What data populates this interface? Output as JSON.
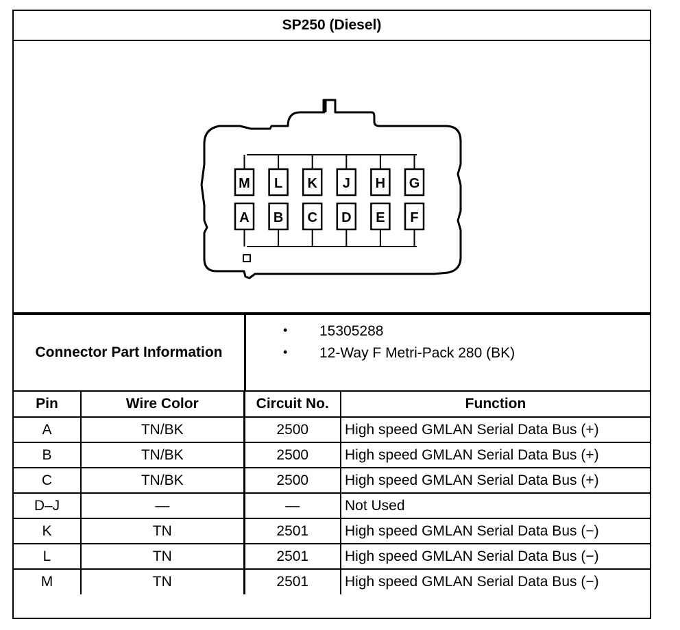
{
  "title": "SP250 (Diesel)",
  "connector": {
    "pins_top": [
      "M",
      "L",
      "K",
      "J",
      "H",
      "G"
    ],
    "pins_bottom": [
      "A",
      "B",
      "C",
      "D",
      "E",
      "F"
    ]
  },
  "connector_info": {
    "label": "Connector Part Information",
    "items": [
      "15305288",
      "12-Way F Metri-Pack 280 (BK)"
    ],
    "bullet": "•"
  },
  "table": {
    "headers": [
      "Pin",
      "Wire Color",
      "Circuit No.",
      "Function"
    ],
    "rows": [
      {
        "pin": "A",
        "wire_color": "TN/BK",
        "circuit": "2500",
        "function": "High speed GMLAN Serial Data Bus (+)"
      },
      {
        "pin": "B",
        "wire_color": "TN/BK",
        "circuit": "2500",
        "function": "High speed GMLAN Serial Data Bus (+)"
      },
      {
        "pin": "C",
        "wire_color": "TN/BK",
        "circuit": "2500",
        "function": "High speed GMLAN Serial Data Bus (+)"
      },
      {
        "pin": "D–J",
        "wire_color": "—",
        "circuit": "—",
        "function": "Not Used"
      },
      {
        "pin": "K",
        "wire_color": "TN",
        "circuit": "2501",
        "function": "High speed GMLAN Serial Data Bus (−)"
      },
      {
        "pin": "L",
        "wire_color": "TN",
        "circuit": "2501",
        "function": "High speed GMLAN Serial Data Bus (−)"
      },
      {
        "pin": "M",
        "wire_color": "TN",
        "circuit": "2501",
        "function": "High speed GMLAN Serial Data Bus (−)"
      }
    ]
  }
}
